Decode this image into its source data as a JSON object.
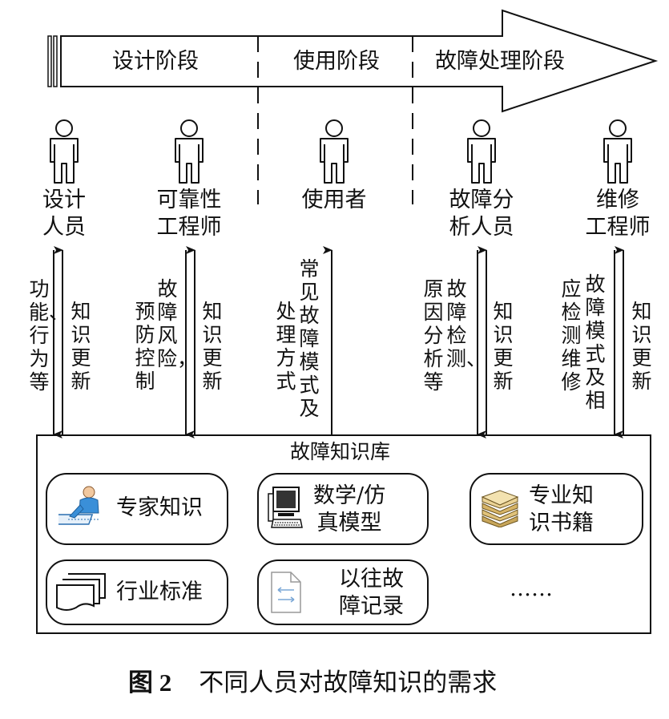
{
  "stages": [
    "设计阶段",
    "使用阶段",
    "故障处理阶段"
  ],
  "roles": [
    {
      "line1": "设计",
      "line2": "人员"
    },
    {
      "line1": "可靠性",
      "line2": "工程师"
    },
    {
      "line1": "使用者",
      "line2": ""
    },
    {
      "line1": "故障分",
      "line2": "析人员"
    },
    {
      "line1": "维修",
      "line2": "工程师"
    }
  ],
  "flows": {
    "designer_down": "功能、行为等",
    "designer_up": "知识更新",
    "reliability_down_a": "故障风险，",
    "reliability_down_b": "预防控制",
    "reliability_up": "知识更新",
    "user_up_a": "常见故障模式及",
    "user_up_b": "处理方式",
    "analyst_down_a": "故障检测、",
    "analyst_down_b": "原因分析等",
    "analyst_up": "知识更新",
    "maint_down_a": "故障模式及相",
    "maint_down_b": "应检测维修",
    "maint_up": "知识更新"
  },
  "knowledge_base": {
    "title": "故障知识库",
    "items": [
      {
        "line1": "专家知识",
        "line2": "",
        "icon": "expert-icon"
      },
      {
        "line1": "数学/仿",
        "line2": "真模型",
        "icon": "computer-icon"
      },
      {
        "line1": "专业知",
        "line2": "识书籍",
        "icon": "books-icon"
      },
      {
        "line1": "行业标准",
        "line2": "",
        "icon": "documents-icon"
      },
      {
        "line1": "以往故",
        "line2": "障记录",
        "icon": "record-file-icon"
      }
    ],
    "more": "……"
  },
  "caption": {
    "num": "图 2",
    "text": "不同人员对故障知识的需求"
  }
}
